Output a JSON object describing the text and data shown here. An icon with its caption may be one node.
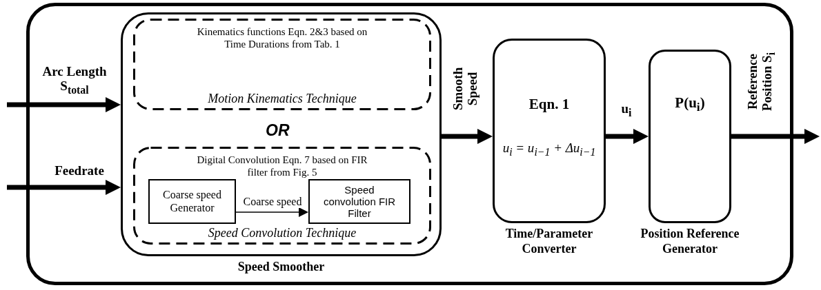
{
  "diagram": {
    "nodes": [
      {
        "text": [],
        "shape": "box"
      },
      {
        "text": [
          "Speed Smoother"
        ],
        "in": 0
      },
      {
        "text": [
          "Kinematics functions Eqn. 2&3 based on Time Durations from Tab. 1",
          "Motion Kinematics Technique"
        ],
        "in": 1
      },
      {
        "text": [
          "Digital Convolution Eqn. 7 based on FIR filter from Fig. 5",
          "Speed Convolution Technique"
        ],
        "in": 1
      },
      {
        "text": [
          "Coarse speed Generator"
        ],
        "in": 3
      },
      {
        "text": [
          "Speed convolution FIR Filter"
        ],
        "in": 3
      },
      {
        "text": [
          "Eqn. 1",
          "u$_{i}$ = u$_{i−1}$ + Δu$_{i−1}$",
          "Time/Parameter Converter"
        ],
        "in": 0
      },
      {
        "text": [
          "P(u$_{i}$)",
          "Position Reference Generator"
        ],
        "in": 0
      }
    ],
    "edges": [
      {
        "from": null,
        "to": 1,
        "arrow": "to",
        "label": "Arc Length S$_{total}$"
      },
      {
        "from": null,
        "to": 1,
        "arrow": "to",
        "label": "Feedrate"
      },
      {
        "from": 4,
        "to": 5,
        "arrow": "to",
        "label": "Coarse speed"
      },
      {
        "from": 1,
        "to": 6,
        "arrow": "to",
        "label": "Smooth Speed"
      },
      {
        "from": 6,
        "to": 7,
        "arrow": "to",
        "label": "u$_{i}$"
      },
      {
        "from": 7,
        "to": null,
        "arrow": "to",
        "label": "Reference Position S$_{i}$"
      }
    ],
    "labels": [
      "OR"
    ]
  }
}
